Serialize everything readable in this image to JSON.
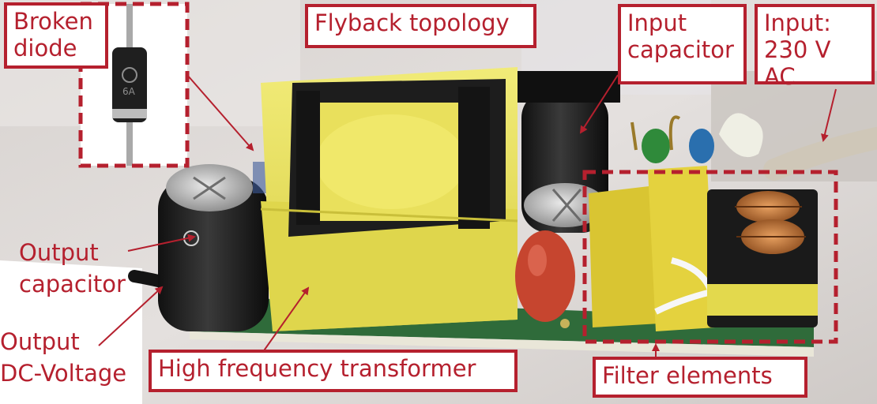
{
  "labels": {
    "broken_diode": "Broken\ndiode",
    "flyback": "Flyback topology",
    "input_capacitor": "Input\ncapacitor",
    "input_voltage": "Input:\n230 V AC",
    "output_capacitor": "Output\ncapacitor",
    "output_voltage": "Output\nDC-Voltage",
    "transformer": "High frequency transformer",
    "filter": "Filter elements"
  },
  "colors": {
    "annotation": "#b5202e",
    "transformer_tape": "#e8df5a",
    "filter_capacitor": "#d9c532",
    "pcb": "#2f6b3a"
  }
}
